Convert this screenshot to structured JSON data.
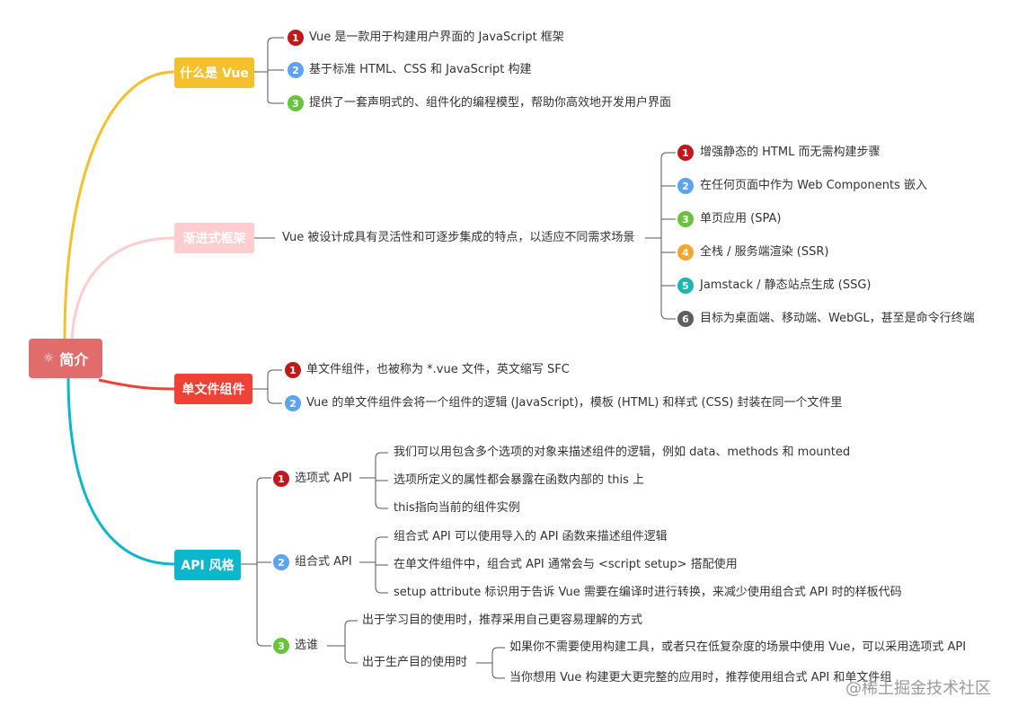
{
  "colors": {
    "root": "#e06c6c",
    "whatis": "#f4c02b",
    "progressive": "#ffcccf",
    "sfc": "#ef4136",
    "api": "#0cb6cc",
    "n1": "#c0181b",
    "n2": "#5da3ef",
    "n3": "#67c43b",
    "n4": "#f7a52f",
    "n5": "#1db7b1",
    "n6": "#5e5e5e"
  },
  "root": {
    "icon": "lightbulb-icon",
    "label": "简介"
  },
  "whatis": {
    "label": "什么是 Vue",
    "items": [
      "Vue 是一款用于构建用户界面的 JavaScript 框架",
      "基于标准 HTML、CSS 和 JavaScript 构建",
      "提供了一套声明式的、组件化的编程模型，帮助你高效地开发用户界面"
    ]
  },
  "progressive": {
    "label": "渐进式框架",
    "summary": "Vue 被设计成具有灵活性和可逐步集成的特点，以适应不同需求场景",
    "items": [
      "增强静态的 HTML 而无需构建步骤",
      "在任何页面中作为 Web Components 嵌入",
      "单页应用 (SPA)",
      "全栈 / 服务端渲染 (SSR)",
      "Jamstack / 静态站点生成 (SSG)",
      "目标为桌面端、移动端、WebGL，甚至是命令行终端"
    ]
  },
  "sfc": {
    "label": "单文件组件",
    "items": [
      "单文件组件，也被称为 *.vue 文件，英文缩写 SFC",
      "Vue 的单文件组件会将一个组件的逻辑 (JavaScript)，模板 (HTML) 和样式 (CSS) 封装在同一个文件里"
    ]
  },
  "api": {
    "label": "API 风格",
    "options": {
      "label": "选项式 API",
      "items": [
        "我们可以用包含多个选项的对象来描述组件的逻辑，例如 data、methods 和 mounted",
        "选项所定义的属性都会暴露在函数内部的 this 上",
        "this指向当前的组件实例"
      ]
    },
    "composition": {
      "label": "组合式 API",
      "items": [
        "组合式 API 可以使用导入的 API 函数来描述组件逻辑",
        "在单文件组件中，组合式 API 通常会与 <script setup> 搭配使用",
        "setup attribute 标识用于告诉 Vue 需要在编译时进行转换，来减少使用组合式 API 时的样板代码"
      ]
    },
    "choose": {
      "label": "选谁",
      "learning": "出于学习目的使用时，推荐采用自己更容易理解的方式",
      "production": {
        "label": "出于生产目的使用时",
        "items": [
          "如果你不需要使用构建工具，或者只在低复杂度的场景中使用 Vue，可以采用选项式 API",
          "当你想用 Vue 构建更大更完整的应用时，推荐使用组合式 API 和单文件组"
        ]
      }
    }
  },
  "watermark": "@稀土掘金技术社区"
}
